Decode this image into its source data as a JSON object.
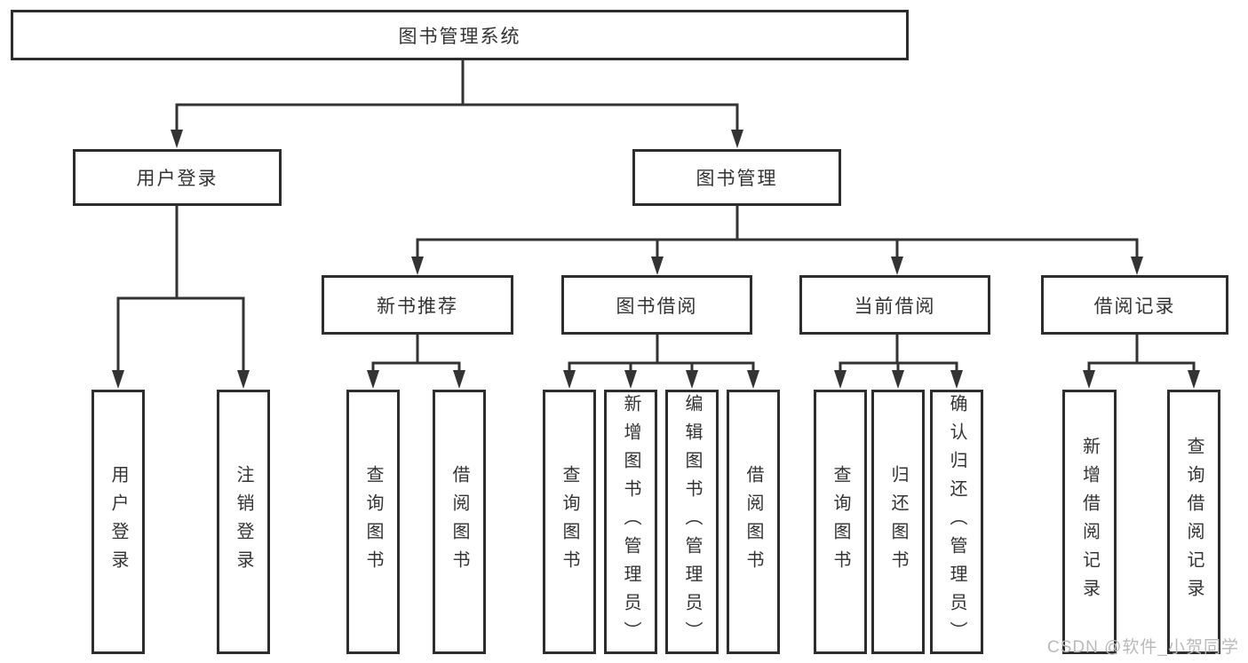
{
  "tree": {
    "root": {
      "label": "图书管理系统"
    },
    "branches": [
      {
        "label": "用户登录",
        "children": [
          {
            "label": "用户登录"
          },
          {
            "label": "注销登录"
          }
        ]
      },
      {
        "label": "图书管理",
        "children": [
          {
            "label": "新书推荐",
            "children": [
              {
                "label": "查询图书"
              },
              {
                "label": "借阅图书"
              }
            ]
          },
          {
            "label": "图书借阅",
            "children": [
              {
                "label": "查询图书"
              },
              {
                "label": "新增图书（管理员）"
              },
              {
                "label": "编辑图书（管理员）"
              },
              {
                "label": "借阅图书"
              }
            ]
          },
          {
            "label": "当前借阅",
            "children": [
              {
                "label": "查询图书"
              },
              {
                "label": "归还图书"
              },
              {
                "label": "确认归还（管理员）"
              }
            ]
          },
          {
            "label": "借阅记录",
            "children": [
              {
                "label": "新增借阅记录"
              },
              {
                "label": "查询借阅记录"
              }
            ]
          }
        ]
      }
    ]
  },
  "watermark": {
    "text": "CSDN @软件_小贺同学"
  },
  "colors": {
    "background": "#ffffff",
    "box_border": "#2d2d2d",
    "connector_line": "#333333",
    "text": "#333333",
    "watermark_text": "#b9b9b9"
  }
}
